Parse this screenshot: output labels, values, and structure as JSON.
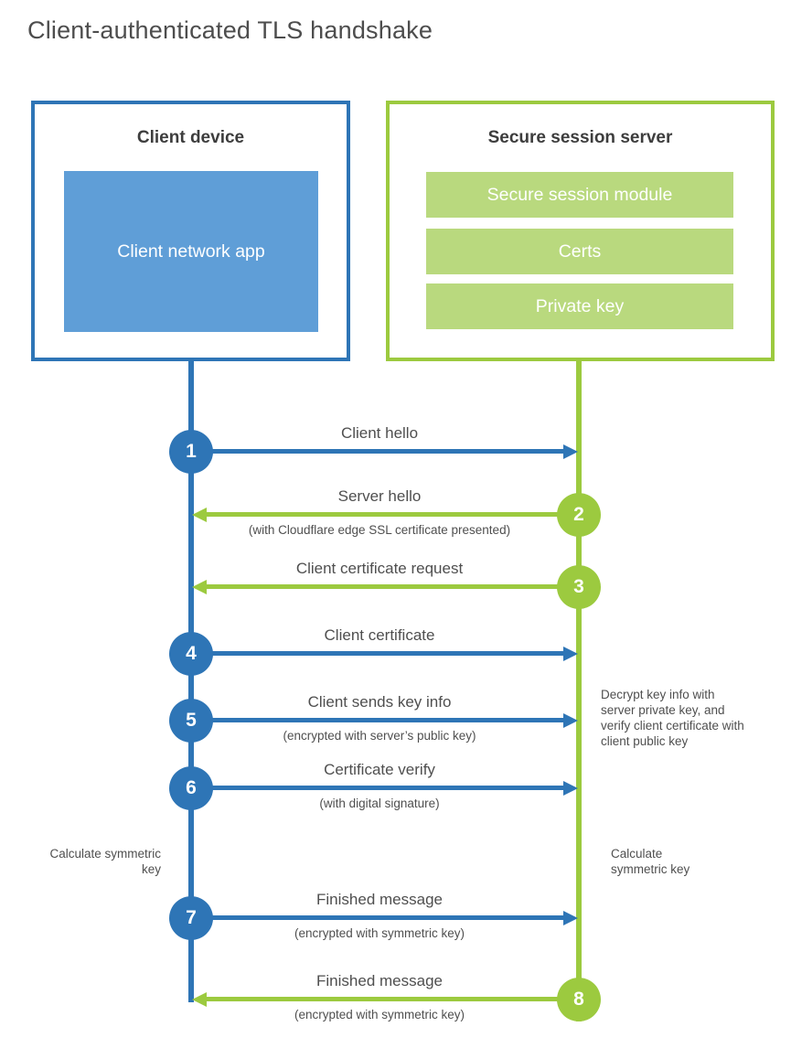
{
  "title": "Client-authenticated TLS handshake",
  "client": {
    "title": "Client device",
    "app_label": "Client network app"
  },
  "server": {
    "title": "Secure session server",
    "modules": [
      "Secure session module",
      "Certs",
      "Private key"
    ]
  },
  "steps": [
    {
      "num": "1",
      "direction": "client-to-server",
      "label": "Client hello",
      "sub": ""
    },
    {
      "num": "2",
      "direction": "server-to-client",
      "label": "Server hello",
      "sub": "(with Cloudflare edge SSL certificate presented)"
    },
    {
      "num": "3",
      "direction": "server-to-client",
      "label": "Client certificate request",
      "sub": ""
    },
    {
      "num": "4",
      "direction": "client-to-server",
      "label": "Client certificate",
      "sub": ""
    },
    {
      "num": "5",
      "direction": "client-to-server",
      "label": "Client sends key info",
      "sub": "(encrypted with server’s public key)"
    },
    {
      "num": "6",
      "direction": "client-to-server",
      "label": "Certificate verify",
      "sub": "(with digital signature)"
    },
    {
      "num": "7",
      "direction": "client-to-server",
      "label": "Finished message",
      "sub": "(encrypted with symmetric key)"
    },
    {
      "num": "8",
      "direction": "server-to-client",
      "label": "Finished message",
      "sub": "(encrypted with symmetric key)"
    }
  ],
  "annotations": {
    "decrypt_note": "Decrypt key info with server private key, and verify client certificate with client public key",
    "calculate_left": "Calculate symmetric key",
    "calculate_right": "Calculate symmetric key"
  },
  "colors": {
    "blue": "#2e75b6",
    "blue_fill": "#5f9ed7",
    "green": "#9cca3f",
    "green_fill": "#b9d97e"
  }
}
